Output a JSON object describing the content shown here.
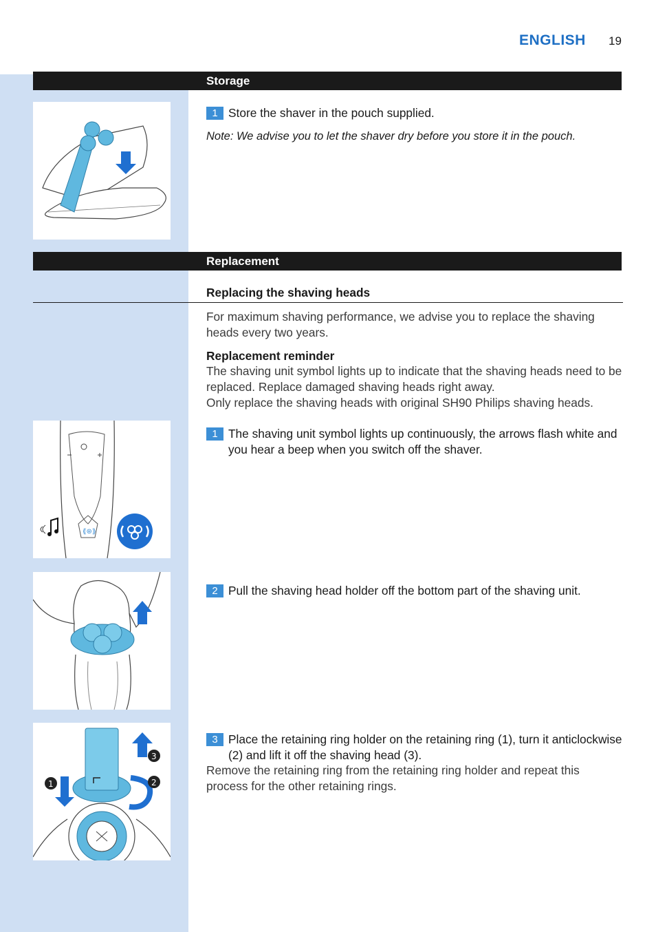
{
  "header": {
    "language": "ENGLISH",
    "page_number": "19"
  },
  "storage": {
    "title": "Storage",
    "step1_num": "1",
    "step1_text": "Store the shaver in the pouch supplied.",
    "note": "Note: We advise you to let the shaver dry before you store it in the pouch."
  },
  "replacement": {
    "title": "Replacement",
    "subheading": "Replacing the shaving heads",
    "intro": "For maximum shaving performance, we advise you to replace the shaving heads every two years.",
    "reminder_heading": "Replacement reminder",
    "reminder_text_1": "The shaving unit symbol lights up to indicate that the shaving heads need to be replaced. Replace damaged shaving heads right away.",
    "reminder_text_2": "Only replace the shaving heads with original SH90 Philips shaving heads.",
    "steps": [
      {
        "num": "1",
        "text": "The shaving unit symbol lights up continuously, the arrows flash white and you hear a beep when you switch off the shaver."
      },
      {
        "num": "2",
        "text": "Pull the shaving head holder off the bottom part of the shaving unit."
      },
      {
        "num": "3",
        "text": "Place the retaining ring holder on the retaining ring (1), turn it anticlockwise (2) and lift it off the shaving head (3)."
      }
    ],
    "step3_extra": "Remove the retaining ring from the retaining ring holder and repeat this process for the other retaining rings."
  },
  "figure_callouts": {
    "one": "1",
    "two": "2",
    "three": "3"
  },
  "colors": {
    "accent_blue": "#3c8fd6",
    "sidebar": "#cfdff3",
    "bar": "#1a1a1a",
    "header_blue": "#1e6fc4"
  }
}
